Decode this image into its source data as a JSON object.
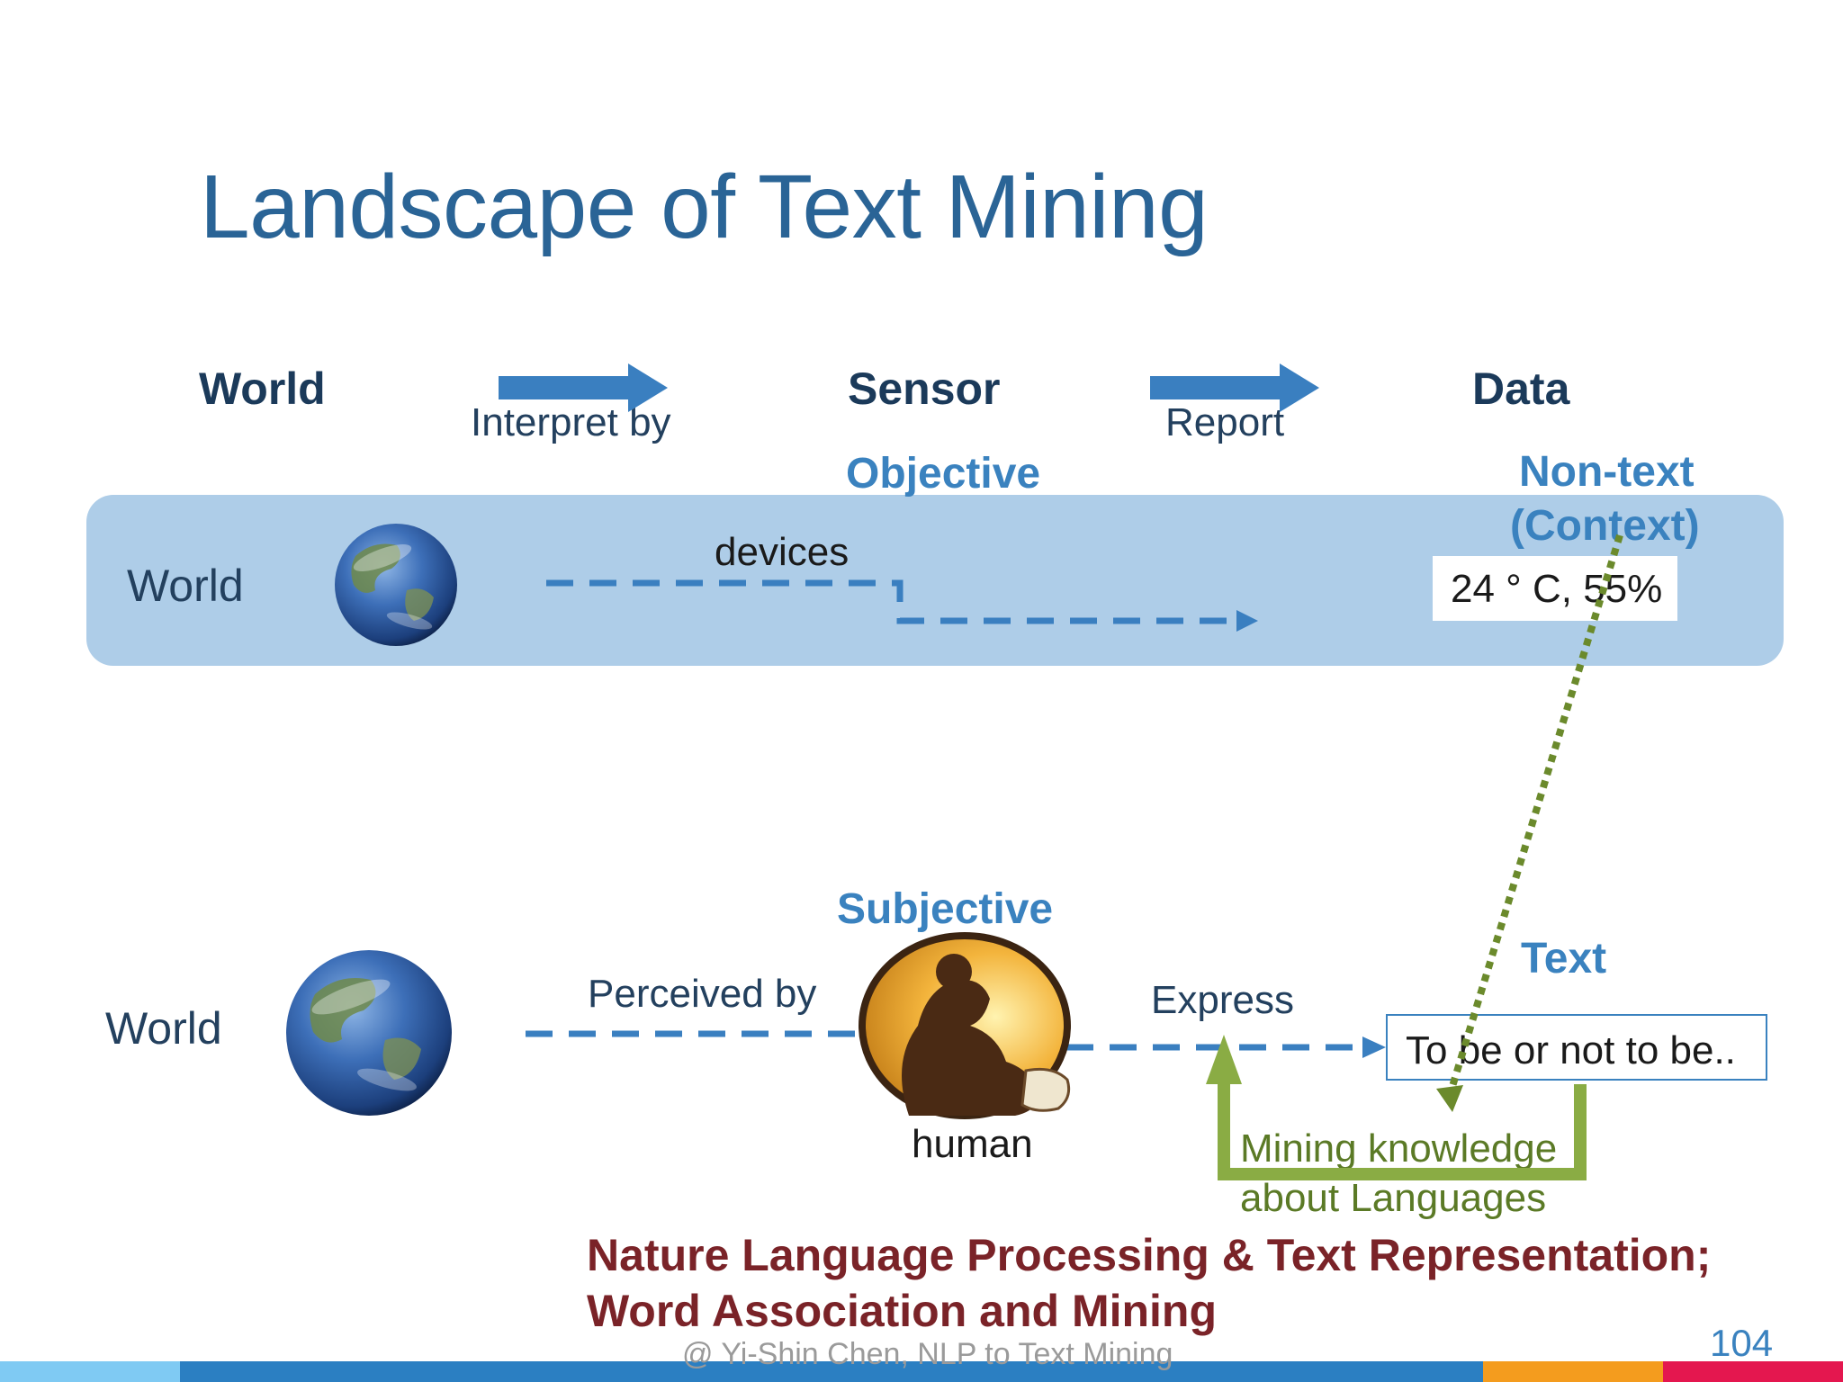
{
  "slide": {
    "title": "Landscape of Text Mining",
    "page_number": "104",
    "footer": "@ Yi-Shin Chen, NLP to Text Mining"
  },
  "header_row": {
    "world": "World",
    "sensor": "Sensor",
    "data": "Data",
    "interpret_label": "Interpret by",
    "report_label": "Report"
  },
  "objective_row": {
    "heading": "Objective",
    "world": "World",
    "devices": "devices",
    "nontext_heading_line1": "Non-text",
    "nontext_heading_line2": "(Context)",
    "reading": "24 ° C, 55%"
  },
  "subjective_row": {
    "heading": "Subjective",
    "world": "World",
    "perceived_by": "Perceived by",
    "human": "human",
    "express": "Express",
    "text_heading": "Text",
    "text_example": "To be or not to be.."
  },
  "mining": {
    "line1": "Mining knowledge",
    "line2": "about Languages"
  },
  "topics": {
    "line1": "Nature Language Processing & Text Representation;",
    "line2": "Word Association and Mining"
  },
  "colors": {
    "title": "#2a6496",
    "accent_blue": "#3a82bf",
    "band": "#aecde8",
    "green": "#8aac44",
    "dotted_green": "#6b8a2c",
    "maroon": "#7a2328"
  },
  "icons": [
    "earth-globe-icon",
    "thinker-human-icon",
    "arrow-right-icon"
  ]
}
